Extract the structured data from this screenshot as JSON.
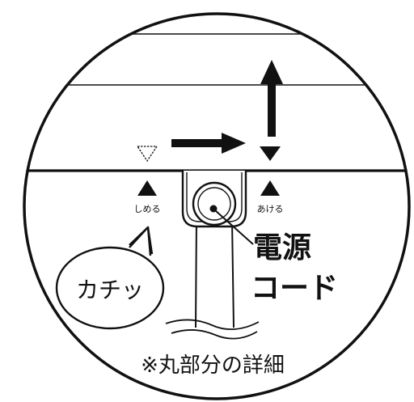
{
  "labels": {
    "close": "しめる",
    "open": "あける",
    "click_sound": "カチッ",
    "power_cord_line1": "電源",
    "power_cord_line2": "コード",
    "detail_note": "※丸部分の詳細"
  },
  "icons": {
    "close_mark": "triangle-up-filled",
    "open_mark": "triangle-up-filled",
    "lid_mark_outline": "triangle-down-outline",
    "lid_mark_filled": "triangle-down-filled",
    "slide_arrow": "arrow-right",
    "lift_arrow": "arrow-up"
  },
  "colors": {
    "ink": "#111111",
    "paper": "#ffffff"
  }
}
